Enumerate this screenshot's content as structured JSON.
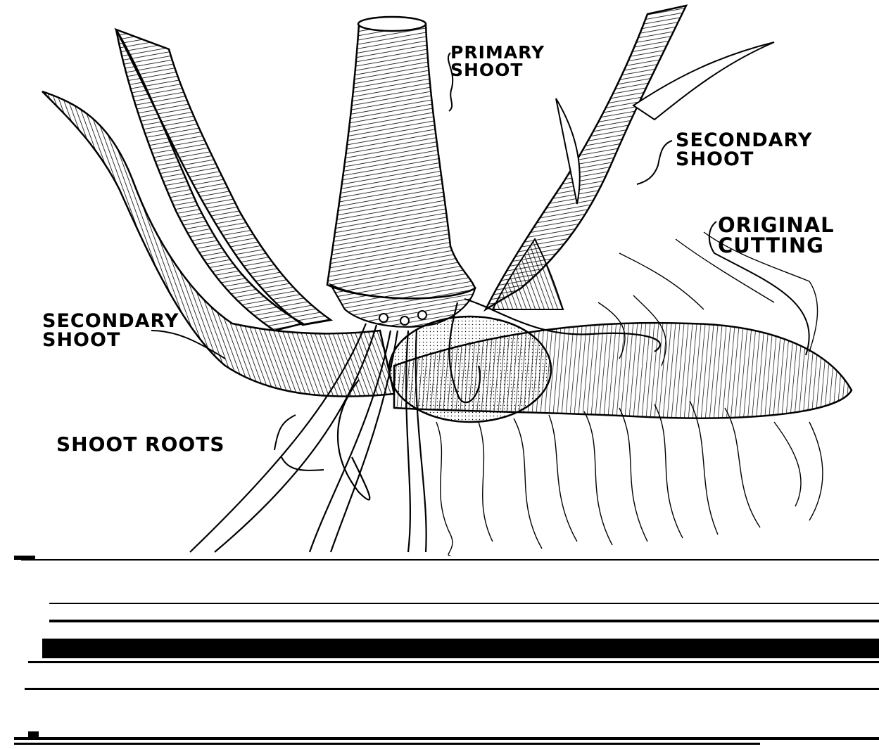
{
  "labels": {
    "primary_shoot": [
      "PRIMARY",
      "SHOOT"
    ],
    "secondary_shoot_right": [
      "SECONDARY",
      "SHOOT"
    ],
    "original_cutting": [
      "ORIGINAL",
      "CUTTING"
    ],
    "secondary_shoot_left": [
      "SECONDARY",
      "SHOOT"
    ],
    "shoot_roots": "SHOOT ROOTS"
  }
}
